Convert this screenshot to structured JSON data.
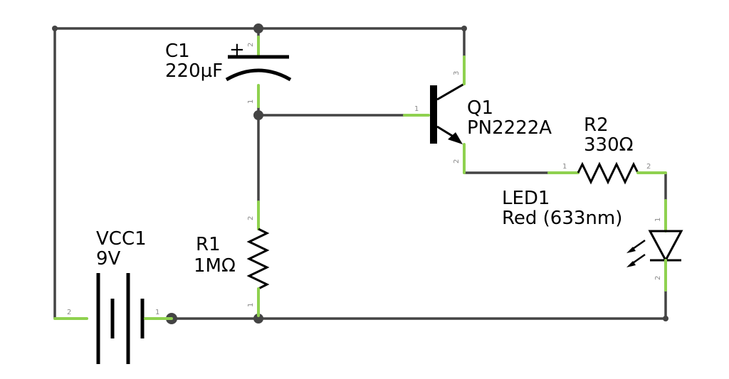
{
  "components": {
    "c1": {
      "name": "C1",
      "value": "220µF",
      "polarity": "+",
      "pin_top": "2",
      "pin_bottom": "1"
    },
    "q1": {
      "name": "Q1",
      "value": "PN2222A",
      "pin_base": "1",
      "pin_collector": "3",
      "pin_emitter": "2"
    },
    "r2": {
      "name": "R2",
      "value": "330Ω",
      "pin_left": "1",
      "pin_right": "2"
    },
    "led1": {
      "name": "LED1",
      "value": "Red (633nm)",
      "pin_top": "1",
      "pin_bottom": "2"
    },
    "r1": {
      "name": "R1",
      "value": "1MΩ",
      "pin_top": "2",
      "pin_bottom": "1"
    },
    "vcc1": {
      "name": "VCC1",
      "value": "9V",
      "pin_left": "2",
      "pin_right": "1"
    }
  },
  "colors": {
    "wire": "#444444",
    "pin": "#8fd14f",
    "symbol": "#000000",
    "pin_number": "#8a8a8a"
  }
}
